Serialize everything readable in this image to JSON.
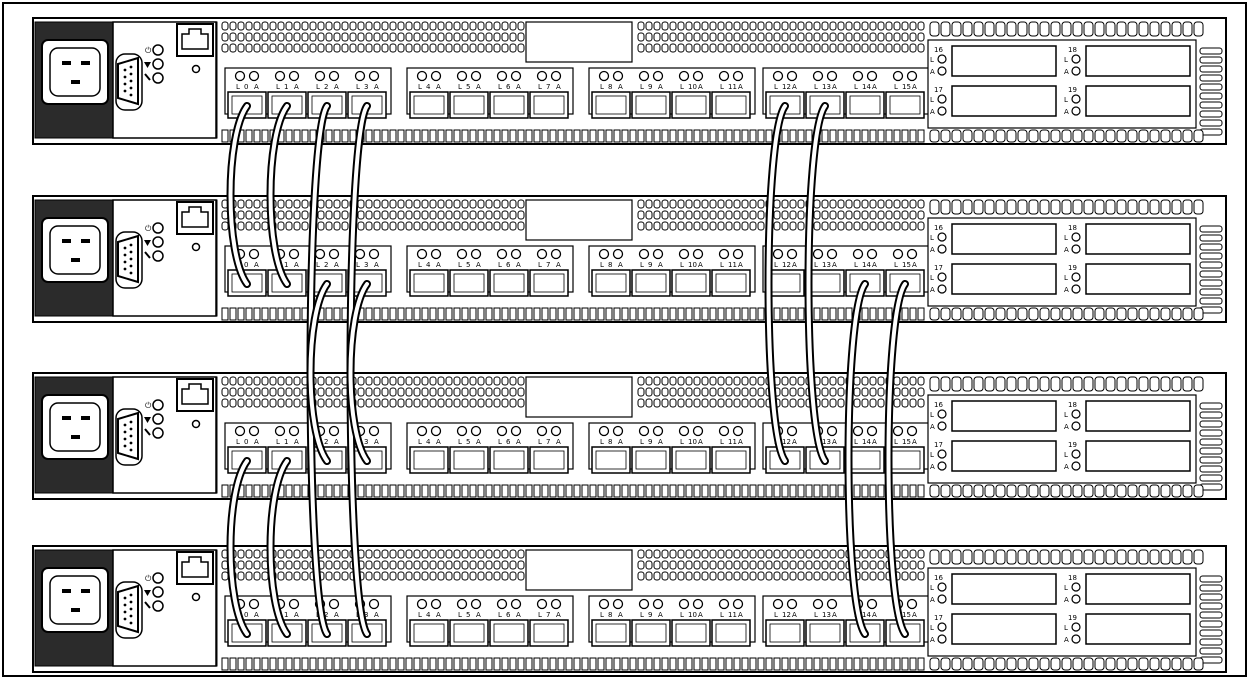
{
  "switch_count": 4,
  "port_groups": [
    {
      "ports": [
        "0",
        "1",
        "2",
        "3"
      ]
    },
    {
      "ports": [
        "4",
        "5",
        "6",
        "7"
      ]
    },
    {
      "ports": [
        "8",
        "9",
        "10",
        "11"
      ]
    },
    {
      "ports": [
        "12",
        "13",
        "14",
        "15"
      ]
    }
  ],
  "led_letters": {
    "link": "L",
    "activity": "A"
  },
  "sfp_ports": [
    "16",
    "17",
    "18",
    "19"
  ],
  "cables": [
    {
      "from_switch": 1,
      "from_port": "0",
      "to_switch": 2,
      "to_port": "0"
    },
    {
      "from_switch": 1,
      "from_port": "1",
      "to_switch": 2,
      "to_port": "1"
    },
    {
      "from_switch": 1,
      "from_port": "2",
      "to_switch": 4,
      "to_port": "2"
    },
    {
      "from_switch": 1,
      "from_port": "3",
      "to_switch": 4,
      "to_port": "3"
    },
    {
      "from_switch": 1,
      "from_port": "12",
      "to_switch": 3,
      "to_port": "12"
    },
    {
      "from_switch": 1,
      "from_port": "13",
      "to_switch": 3,
      "to_port": "13"
    },
    {
      "from_switch": 2,
      "from_port": "2",
      "to_switch": 3,
      "to_port": "2"
    },
    {
      "from_switch": 2,
      "from_port": "3",
      "to_switch": 3,
      "to_port": "3"
    },
    {
      "from_switch": 2,
      "from_port": "14",
      "to_switch": 4,
      "to_port": "14"
    },
    {
      "from_switch": 2,
      "from_port": "15",
      "to_switch": 4,
      "to_port": "15"
    },
    {
      "from_switch": 3,
      "from_port": "0",
      "to_switch": 4,
      "to_port": "0"
    },
    {
      "from_switch": 3,
      "from_port": "1",
      "to_switch": 4,
      "to_port": "1"
    }
  ],
  "colors": {
    "line": "#000000",
    "panel": "#ffffff",
    "psu_fill": "#2b2b2b",
    "frame": "#000000"
  }
}
